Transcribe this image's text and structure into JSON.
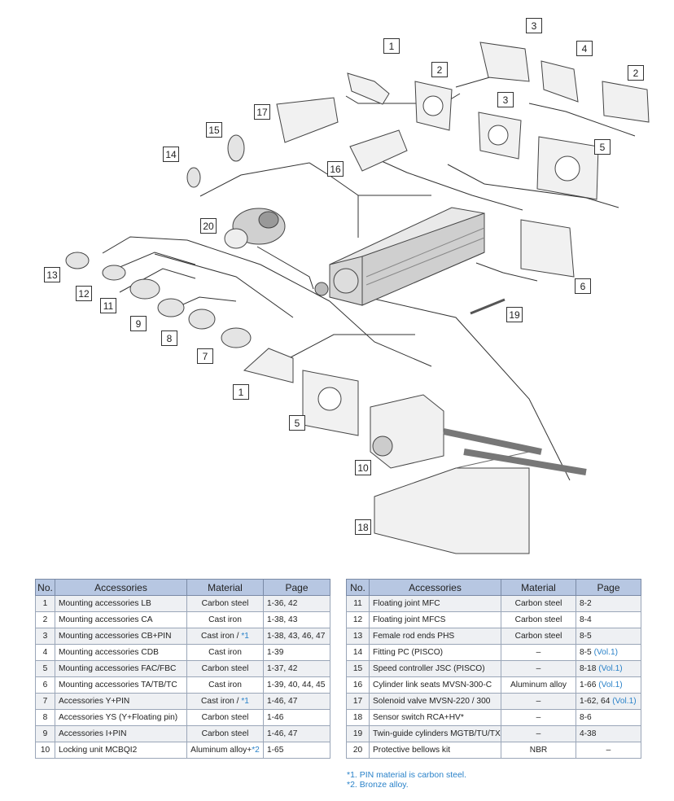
{
  "callouts": {
    "c1a": "1",
    "c1b": "1",
    "c2a": "2",
    "c2b": "2",
    "c3a": "3",
    "c3b": "3",
    "c4": "4",
    "c5a": "5",
    "c5b": "5",
    "c6": "6",
    "c7": "7",
    "c8": "8",
    "c9": "9",
    "c10": "10",
    "c11": "11",
    "c12": "12",
    "c13": "13",
    "c14": "14",
    "c15": "15",
    "c16": "16",
    "c17": "17",
    "c18": "18",
    "c19": "19",
    "c20": "20"
  },
  "table": {
    "headers": {
      "no": "No.",
      "accessories": "Accessories",
      "material": "Material",
      "page": "Page"
    },
    "left": [
      {
        "no": "1",
        "name": "Mounting accessories LB",
        "material": "Carbon steel",
        "page": "1-36, 42"
      },
      {
        "no": "2",
        "name": "Mounting accessories CA",
        "material": "Cast iron",
        "page": "1-38, 43"
      },
      {
        "no": "3",
        "name": "Mounting accessories CB+PIN",
        "material": "Cast iron / ",
        "material_ref": "*1",
        "page": "1-38, 43, 46, 47"
      },
      {
        "no": "4",
        "name": "Mounting accessories CDB",
        "material": "Cast iron",
        "page": "1-39"
      },
      {
        "no": "5",
        "name": "Mounting accessories FAC/FBC",
        "material": "Carbon steel",
        "page": "1-37, 42"
      },
      {
        "no": "6",
        "name": "Mounting accessories TA/TB/TC",
        "material": "Cast iron",
        "page": "1-39, 40, 44, 45"
      },
      {
        "no": "7",
        "name": "Accessories Y+PIN",
        "material": "Cast iron / ",
        "material_ref": "*1",
        "page": "1-46, 47"
      },
      {
        "no": "8",
        "name": "Accessories YS (Y+Floating pin)",
        "material": "Carbon steel",
        "page": "1-46"
      },
      {
        "no": "9",
        "name": "Accessories I+PIN",
        "material": "Carbon steel",
        "page": "1-46, 47"
      },
      {
        "no": "10",
        "name": "Locking unit MCBQI2",
        "material": "Aluminum alloy+",
        "material_ref": "*2",
        "page": "1-65"
      }
    ],
    "right": [
      {
        "no": "11",
        "name": "Floating joint MFC",
        "material": "Carbon steel",
        "page": "8-2"
      },
      {
        "no": "12",
        "name": "Floating joint MFCS",
        "material": "Carbon steel",
        "page": "8-4"
      },
      {
        "no": "13",
        "name": "Female rod ends PHS",
        "material": "Carbon steel",
        "page": "8-5"
      },
      {
        "no": "14",
        "name": "Fitting PC (PISCO)",
        "material": "–",
        "page": "8-5 ",
        "page_ref": "(Vol.1)"
      },
      {
        "no": "15",
        "name": "Speed controller JSC (PISCO)",
        "material": "–",
        "page": "8-18 ",
        "page_ref": "(Vol.1)"
      },
      {
        "no": "16",
        "name": "Cylinder link seats MVSN-300-C",
        "material": "Aluminum alloy",
        "page": "1-66 ",
        "page_ref": "(Vol.1)"
      },
      {
        "no": "17",
        "name": "Solenoid valve MVSN-220 / 300",
        "material": "–",
        "page": "1-62, 64 ",
        "page_ref": "(Vol.1)"
      },
      {
        "no": "18",
        "name": "Sensor switch RCA+HV*",
        "material": "–",
        "page": "8-6"
      },
      {
        "no": "19",
        "name": "Twin-guide cylinders MGTB/TU/TX",
        "material": "–",
        "page": "4-38"
      },
      {
        "no": "20",
        "name": "Protective bellows kit",
        "material": "NBR",
        "page": "–"
      }
    ]
  },
  "notes": {
    "n1": "*1. PIN material is carbon steel.",
    "n2": "*2. Bronze alloy."
  }
}
